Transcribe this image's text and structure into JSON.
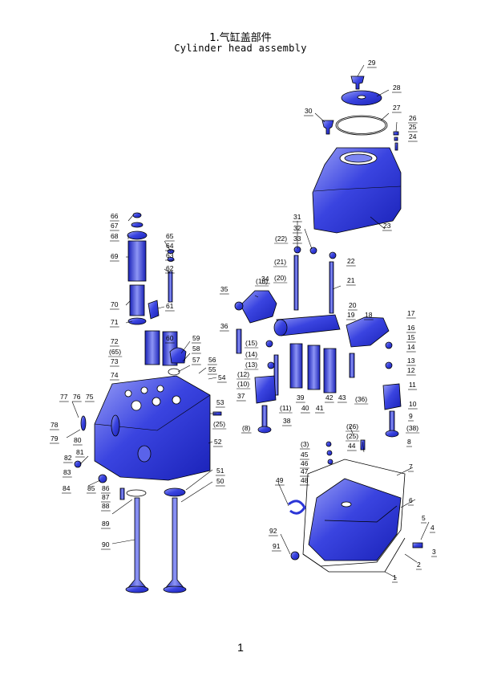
{
  "header": {
    "title_cn": "1.气缸盖部件",
    "title_en": "Cylinder head assembly"
  },
  "page_number": "1",
  "colors": {
    "part_fill": "#2b35d6",
    "part_highlight": "#8d95f5",
    "outline": "#000000"
  },
  "part_labels": [
    {
      "id": "29",
      "text": "29"
    },
    {
      "id": "28",
      "text": "28"
    },
    {
      "id": "27",
      "text": "27"
    },
    {
      "id": "30",
      "text": "30"
    },
    {
      "id": "26",
      "text": "26"
    },
    {
      "id": "25",
      "text": "25"
    },
    {
      "id": "24",
      "text": "24"
    },
    {
      "id": "23",
      "text": "23"
    },
    {
      "id": "31",
      "text": "31"
    },
    {
      "id": "32",
      "text": "32"
    },
    {
      "id": "33",
      "text": "33"
    },
    {
      "id": "22a",
      "text": "(22)"
    },
    {
      "id": "22b",
      "text": "22"
    },
    {
      "id": "21a",
      "text": "(21)"
    },
    {
      "id": "21b",
      "text": "21"
    },
    {
      "id": "20a",
      "text": "(20)"
    },
    {
      "id": "20b",
      "text": "20"
    },
    {
      "id": "19",
      "text": "19"
    },
    {
      "id": "18a",
      "text": "(18)"
    },
    {
      "id": "18b",
      "text": "18"
    },
    {
      "id": "17",
      "text": "17"
    },
    {
      "id": "16",
      "text": "16"
    },
    {
      "id": "15a",
      "text": "(15)"
    },
    {
      "id": "15b",
      "text": "15"
    },
    {
      "id": "14a",
      "text": "(14)"
    },
    {
      "id": "14b",
      "text": "14"
    },
    {
      "id": "13a",
      "text": "(13)"
    },
    {
      "id": "13b",
      "text": "13"
    },
    {
      "id": "12a",
      "text": "(12)"
    },
    {
      "id": "12b",
      "text": "12"
    },
    {
      "id": "11a",
      "text": "(11)"
    },
    {
      "id": "11b",
      "text": "11"
    },
    {
      "id": "10a",
      "text": "(10)"
    },
    {
      "id": "10b",
      "text": "10"
    },
    {
      "id": "9",
      "text": "9"
    },
    {
      "id": "8a",
      "text": "(8)"
    },
    {
      "id": "8b",
      "text": "8"
    },
    {
      "id": "34",
      "text": "34"
    },
    {
      "id": "35",
      "text": "35"
    },
    {
      "id": "36a",
      "text": "36"
    },
    {
      "id": "36b",
      "text": "(36)"
    },
    {
      "id": "37",
      "text": "37"
    },
    {
      "id": "38a",
      "text": "38"
    },
    {
      "id": "38b",
      "text": "(38)"
    },
    {
      "id": "39",
      "text": "39"
    },
    {
      "id": "40",
      "text": "40"
    },
    {
      "id": "41",
      "text": "41"
    },
    {
      "id": "42",
      "text": "42"
    },
    {
      "id": "43",
      "text": "43"
    },
    {
      "id": "66",
      "text": "66"
    },
    {
      "id": "67",
      "text": "67"
    },
    {
      "id": "68",
      "text": "68"
    },
    {
      "id": "65a",
      "text": "65"
    },
    {
      "id": "65b",
      "text": "(65)"
    },
    {
      "id": "64",
      "text": "64"
    },
    {
      "id": "63",
      "text": "63"
    },
    {
      "id": "69",
      "text": "69"
    },
    {
      "id": "62",
      "text": "62"
    },
    {
      "id": "70",
      "text": "70"
    },
    {
      "id": "61",
      "text": "61"
    },
    {
      "id": "71",
      "text": "71"
    },
    {
      "id": "60",
      "text": "60"
    },
    {
      "id": "59",
      "text": "59"
    },
    {
      "id": "72",
      "text": "72"
    },
    {
      "id": "58",
      "text": "58"
    },
    {
      "id": "73",
      "text": "73"
    },
    {
      "id": "57",
      "text": "57"
    },
    {
      "id": "56",
      "text": "56"
    },
    {
      "id": "55",
      "text": "55"
    },
    {
      "id": "74",
      "text": "74"
    },
    {
      "id": "54",
      "text": "54"
    },
    {
      "id": "53",
      "text": "53"
    },
    {
      "id": "25b",
      "text": "(25)"
    },
    {
      "id": "77",
      "text": "77"
    },
    {
      "id": "76",
      "text": "76"
    },
    {
      "id": "75",
      "text": "75"
    },
    {
      "id": "78",
      "text": "78"
    },
    {
      "id": "79",
      "text": "79"
    },
    {
      "id": "80",
      "text": "80"
    },
    {
      "id": "52",
      "text": "52"
    },
    {
      "id": "81",
      "text": "81"
    },
    {
      "id": "82",
      "text": "82"
    },
    {
      "id": "83",
      "text": "83"
    },
    {
      "id": "84",
      "text": "84"
    },
    {
      "id": "85",
      "text": "85"
    },
    {
      "id": "86",
      "text": "86"
    },
    {
      "id": "87",
      "text": "87"
    },
    {
      "id": "88",
      "text": "88"
    },
    {
      "id": "51",
      "text": "51"
    },
    {
      "id": "50",
      "text": "50"
    },
    {
      "id": "89",
      "text": "89"
    },
    {
      "id": "90",
      "text": "90"
    },
    {
      "id": "26b",
      "text": "(26)"
    },
    {
      "id": "25c",
      "text": "(25)"
    },
    {
      "id": "44",
      "text": "44"
    },
    {
      "id": "3a",
      "text": "(3)"
    },
    {
      "id": "45",
      "text": "45"
    },
    {
      "id": "46",
      "text": "46"
    },
    {
      "id": "47",
      "text": "47"
    },
    {
      "id": "48",
      "text": "48"
    },
    {
      "id": "49",
      "text": "49"
    },
    {
      "id": "7",
      "text": "7"
    },
    {
      "id": "6",
      "text": "6"
    },
    {
      "id": "5",
      "text": "5"
    },
    {
      "id": "4",
      "text": "4"
    },
    {
      "id": "3b",
      "text": "3"
    },
    {
      "id": "2",
      "text": "2"
    },
    {
      "id": "1",
      "text": "1"
    },
    {
      "id": "92",
      "text": "92"
    },
    {
      "id": "91",
      "text": "91"
    }
  ]
}
